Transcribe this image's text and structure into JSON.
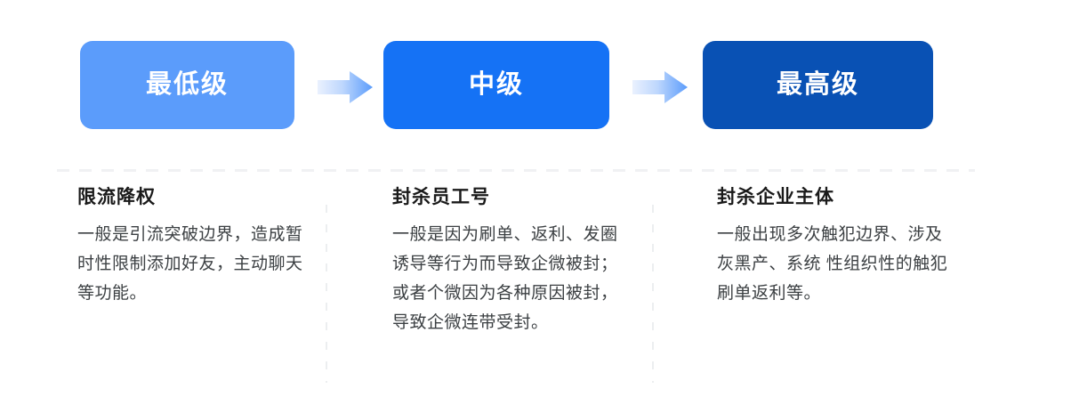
{
  "levels": {
    "items": [
      {
        "label": "最低级",
        "color": "#5b9cfb"
      },
      {
        "label": "中级",
        "color": "#1572f5"
      },
      {
        "label": "最高级",
        "color": "#0951b4"
      }
    ],
    "arrows": [
      {
        "icon": "arrow-right-icon"
      },
      {
        "icon": "arrow-right-icon"
      }
    ]
  },
  "details": {
    "items": [
      {
        "title": "限流降权",
        "body": "一般是引流突破边界，造成暂时性限制添加好友，主动聊天等功能。"
      },
      {
        "title": "封杀员工号",
        "body": "一般是因为刷单、返利、发圈诱导等行为而导致企微被封；或者个微因为各种原因被封，导致企微连带受封。"
      },
      {
        "title": "封杀企业主体",
        "body": "一般出现多次触犯边界、涉及灰黑产、系统 性组织性的触犯刷单返利等。"
      }
    ]
  },
  "theme": {
    "background": "#ffffff",
    "accent_light": "#5b9cfb",
    "accent_mid": "#1572f5",
    "accent_dark": "#0951b4",
    "title_color": "#1a1a1a",
    "body_color": "#3c4043",
    "divider_color": "#eceef0"
  }
}
